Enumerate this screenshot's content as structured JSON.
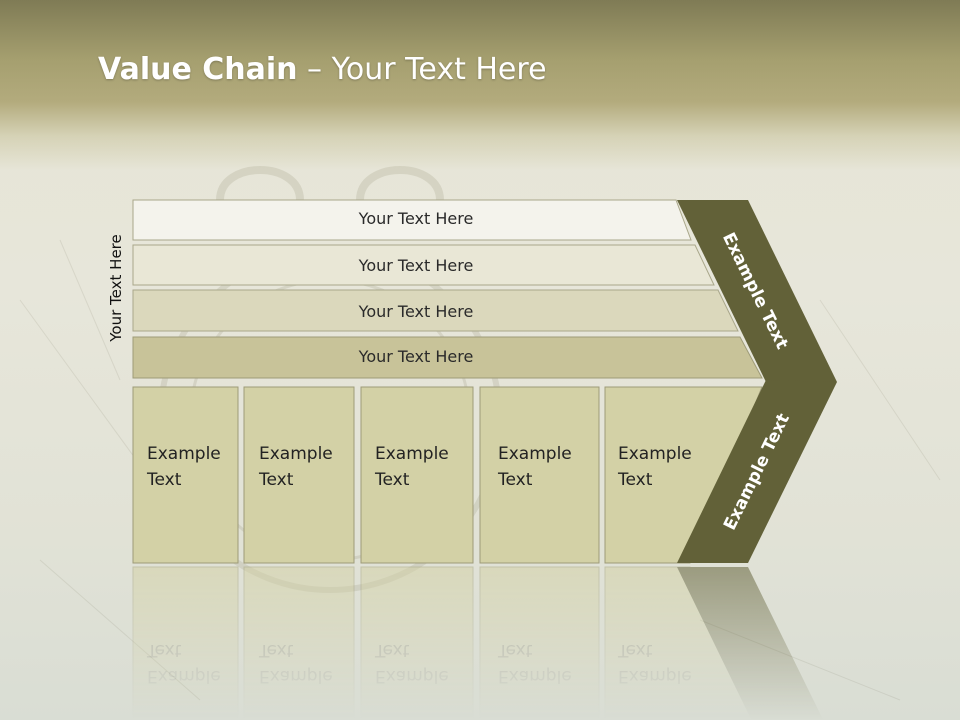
{
  "title": {
    "bold": "Value Chain",
    "rest": " – Your Text Here"
  },
  "side_label": "Your Text Here",
  "rows": [
    {
      "label": "Your Text Here",
      "color": "#f4f3ec"
    },
    {
      "label": "Your Text Here",
      "color": "#e9e7d6"
    },
    {
      "label": "Your Text Here",
      "color": "#dbd8bc"
    },
    {
      "label": "Your Text Here",
      "color": "#c8c399"
    }
  ],
  "columns": [
    {
      "line1": "Example",
      "line2": "Text"
    },
    {
      "line1": "Example",
      "line2": "Text"
    },
    {
      "line1": "Example",
      "line2": "Text"
    },
    {
      "line1": "Example",
      "line2": "Text"
    },
    {
      "line1": "Example",
      "line2": "Text"
    }
  ],
  "chevron": {
    "upper_label": "Example Text",
    "lower_label": "Example Text",
    "color": "#626138"
  },
  "column_color": "#d3d1a6"
}
